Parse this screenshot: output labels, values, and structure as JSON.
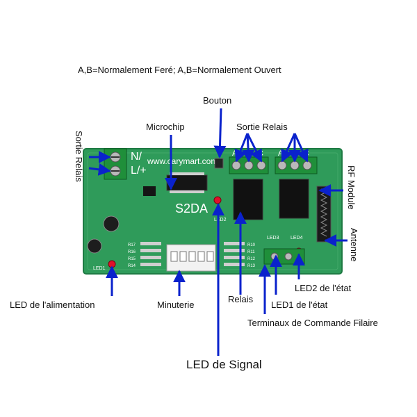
{
  "header": "A,B=Normalement Feré; A,B=Normalement Ouvert",
  "labels": {
    "bouton": "Bouton",
    "microchip": "Microchip",
    "sortie_relais_top": "Sortie Relais",
    "sortie_relais_left": "Sortie Relais",
    "rf_module": "RF Module",
    "antenne": "Antenne",
    "led_alimentation": "LED de l'alimentation",
    "minuterie": "Minuterie",
    "relais": "Relais",
    "led2": "LED2  de l'état",
    "led1": "LED1  de l'état",
    "terminaux": "Terminaux de Commande Filaire",
    "led_signal": "LED de Signal"
  },
  "board": {
    "model": "S2DA",
    "website": "www.carymart.com",
    "terminal_top": "N/",
    "terminal_bottom": "L/+",
    "relay_letters_1": [
      "A",
      "B",
      "C"
    ],
    "relay_letters_2": [
      "A",
      "B",
      "C"
    ],
    "led1_silk": "LED1",
    "led2_silk": "LED2",
    "led3_silk": "LED3",
    "led4_silk": "LED4",
    "resistors_left": [
      "R17",
      "R16",
      "R15",
      "R14"
    ],
    "resistors_right": [
      "R10",
      "R11",
      "R12",
      "R13"
    ]
  },
  "colors": {
    "pcb": "#2f9b5a",
    "pcb_dark": "#1e7a43",
    "arrow": "#0a22cc",
    "terminal": "#1f8f3a",
    "relay": "#111111",
    "led": "#e0102a"
  }
}
